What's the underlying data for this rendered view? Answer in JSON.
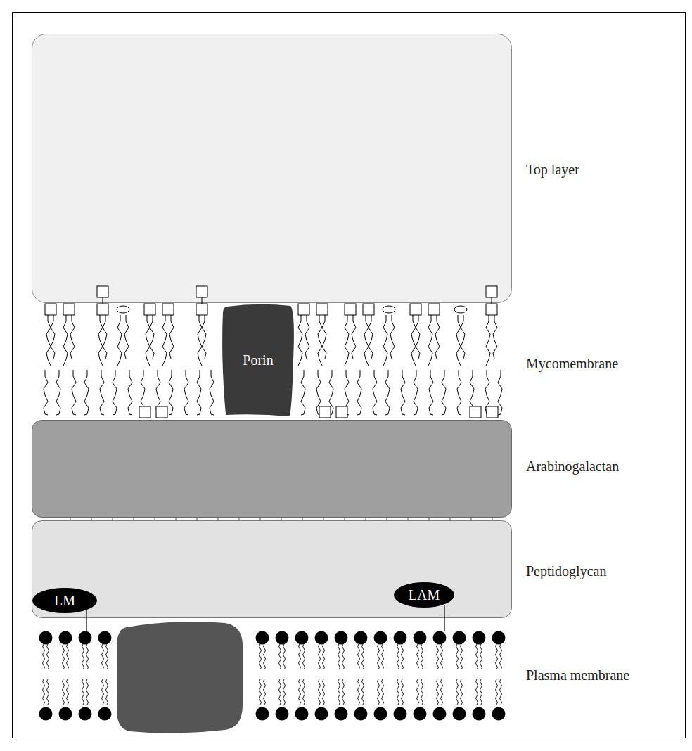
{
  "diagram": {
    "nodes": [
      {
        "text": [
          "Porin"
        ]
      },
      {
        "text": [
          "LM"
        ]
      },
      {
        "text": [
          "LAM"
        ]
      }
    ],
    "labels": [
      "Top layer",
      "Mycomembrane",
      "Arabinogalactan",
      "Peptidoglycan",
      "Plasma membrane"
    ]
  }
}
